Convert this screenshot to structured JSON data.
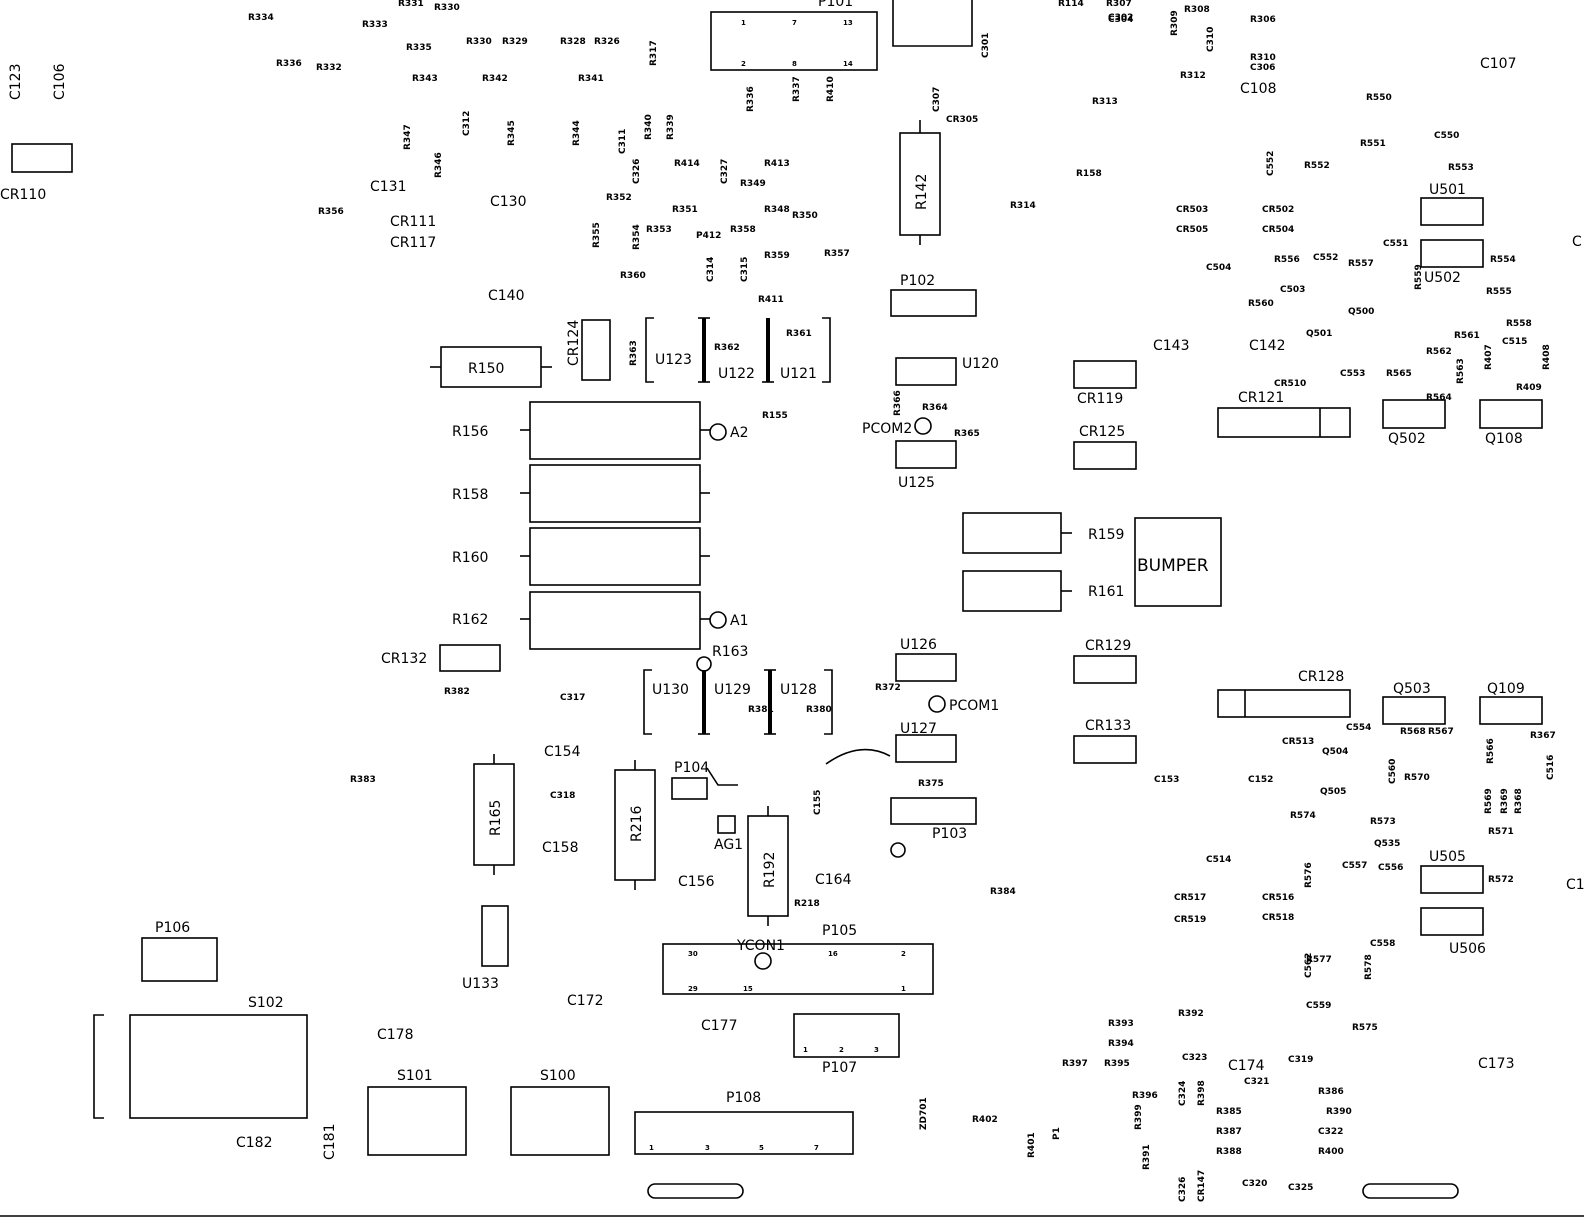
{
  "labels": {
    "C123": "C123",
    "C106": "C106",
    "CR110": "CR110",
    "C107": "C107",
    "C108": "C108",
    "C131": "C131",
    "C130": "C130",
    "CR111": "CR111",
    "CR117": "CR117",
    "C140": "C140",
    "CR124": "CR124",
    "R150": "R150",
    "R156": "R156",
    "R158": "R158",
    "R160": "R160",
    "R162": "R162",
    "A1": "A1",
    "A2": "A2",
    "R163": "R163",
    "CR132": "CR132",
    "U123": "U123",
    "U122": "U122",
    "U121": "U121",
    "U130": "U130",
    "U129": "U129",
    "U128": "U128",
    "U120": "U120",
    "U125": "U125",
    "U126": "U126",
    "U127": "U127",
    "PCOM2": "PCOM2",
    "PCOM1": "PCOM1",
    "R142": "R142",
    "P101": "P101",
    "P102": "P102",
    "P103": "P103",
    "P104": "P104",
    "P105": "P105",
    "P106": "P106",
    "P107": "P107",
    "P108": "P108",
    "C143": "C143",
    "C142": "C142",
    "CR119": "CR119",
    "CR121": "CR121",
    "CR125": "CR125",
    "R159": "R159",
    "R161": "R161",
    "BUMPER": "BUMPER",
    "CR129": "CR129",
    "CR128": "CR128",
    "CR133": "CR133",
    "U501": "U501",
    "U502": "U502",
    "Q502": "Q502",
    "Q108": "Q108",
    "Q503": "Q503",
    "Q109": "Q109",
    "U505": "U505",
    "U506": "U506",
    "C154": "C154",
    "C158": "C158",
    "C156": "C156",
    "C164": "C164",
    "R165": "R165",
    "R216": "R216",
    "R192": "R192",
    "AG1": "AG1",
    "U133": "U133",
    "YCON1": "YCON1",
    "C172": "C172",
    "C177": "C177",
    "C178": "C178",
    "S102": "S102",
    "S101": "S101",
    "S100": "S100",
    "C182": "C182",
    "C181": "C181",
    "C174": "C174",
    "C173": "C173",
    "C155": "C155",
    "C1": "C1",
    "C_edge": "C"
  },
  "small_labels": [
    "R334",
    "R333",
    "R331",
    "R330",
    "R335",
    "R330",
    "R329",
    "R328",
    "R326",
    "R317",
    "R336",
    "R332",
    "R343",
    "R342",
    "R341",
    "R347",
    "C312",
    "R345",
    "R344",
    "C311",
    "R340",
    "R339",
    "R346",
    "C326",
    "R414",
    "C327",
    "R413",
    "R349",
    "R352",
    "R351",
    "R348",
    "R350",
    "R356",
    "R355",
    "R354",
    "R353",
    "P412",
    "R358",
    "C314",
    "C315",
    "R359",
    "R357",
    "R360",
    "R411",
    "R363",
    "R362",
    "R361",
    "R336",
    "R337",
    "R410",
    "C307",
    "CR305",
    "C301",
    "C302",
    "R114",
    "R307",
    "C304",
    "R309",
    "R308",
    "C310",
    "R306",
    "R310",
    "C306",
    "R312",
    "R313",
    "R550",
    "R551",
    "C550",
    "C552",
    "R552",
    "R553",
    "R158",
    "R314",
    "CR503",
    "CR502",
    "CR505",
    "CR504",
    "C551",
    "C504",
    "R556",
    "C552",
    "R557",
    "R554",
    "R559",
    "C503",
    "R560",
    "R555",
    "Q500",
    "Q501",
    "R558",
    "R561",
    "C515",
    "R562",
    "R407",
    "R408",
    "C553",
    "R565",
    "R563",
    "CR510",
    "R564",
    "R409",
    "R155",
    "R366",
    "R364",
    "R365",
    "R382",
    "C317",
    "R372",
    "R381",
    "R380",
    "R383",
    "C318",
    "R375",
    "C554",
    "R568",
    "R567",
    "R367",
    "CR513",
    "Q504",
    "C560",
    "R570",
    "R566",
    "C516",
    "C153",
    "C152",
    "Q505",
    "R569",
    "R369",
    "R368",
    "R574",
    "R573",
    "R571",
    "Q535",
    "C514",
    "R576",
    "C557",
    "C556",
    "R572",
    "R384",
    "CR517",
    "CR516",
    "CR519",
    "CR518",
    "R218",
    "C558",
    "C562",
    "R577",
    "R578",
    "C559",
    "R392",
    "R575",
    "R393",
    "R394",
    "R397",
    "R395",
    "C323",
    "C319",
    "C321",
    "R396",
    "C324",
    "R398",
    "R399",
    "R385",
    "R386",
    "R390",
    "R387",
    "C322",
    "R388",
    "R400",
    "R391",
    "C320",
    "C325",
    "C326",
    "CR147",
    "ZD701",
    "R402",
    "R401",
    "P1"
  ],
  "pins": {
    "p101": [
      "1",
      "7",
      "13",
      "2",
      "8",
      "14"
    ],
    "p105": [
      "30",
      "16",
      "2",
      "29",
      "15",
      "1"
    ],
    "p107": [
      "1",
      "2",
      "3"
    ],
    "p108": [
      "1",
      "3",
      "5",
      "7"
    ]
  }
}
